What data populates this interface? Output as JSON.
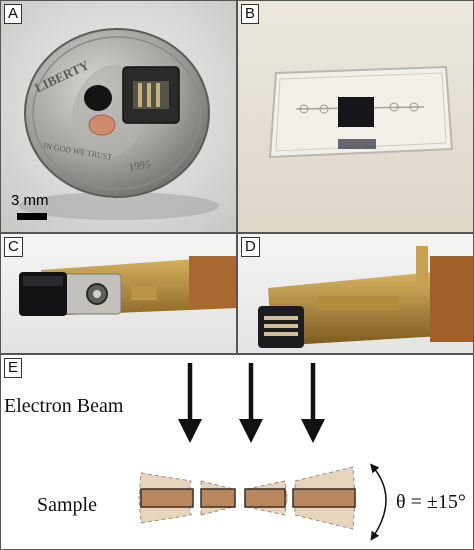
{
  "panels": {
    "a": {
      "label": "A",
      "scale_label": "3 mm"
    },
    "b": {
      "label": "B"
    },
    "c": {
      "label": "C"
    },
    "d": {
      "label": "D"
    },
    "e": {
      "label": "E",
      "beam_label": "Electron Beam",
      "sample_label": "Sample",
      "angle_label": "θ = ±15°"
    }
  },
  "coin_text": {
    "top": "LIBERTY",
    "bottom": "IN GOD WE TRUST",
    "year": "1995"
  },
  "colors": {
    "sample_fill": "#b8875e",
    "tilted_fill": "#e8d3bd",
    "coin": "#9e9e9a",
    "brass": "#b48a3c"
  }
}
